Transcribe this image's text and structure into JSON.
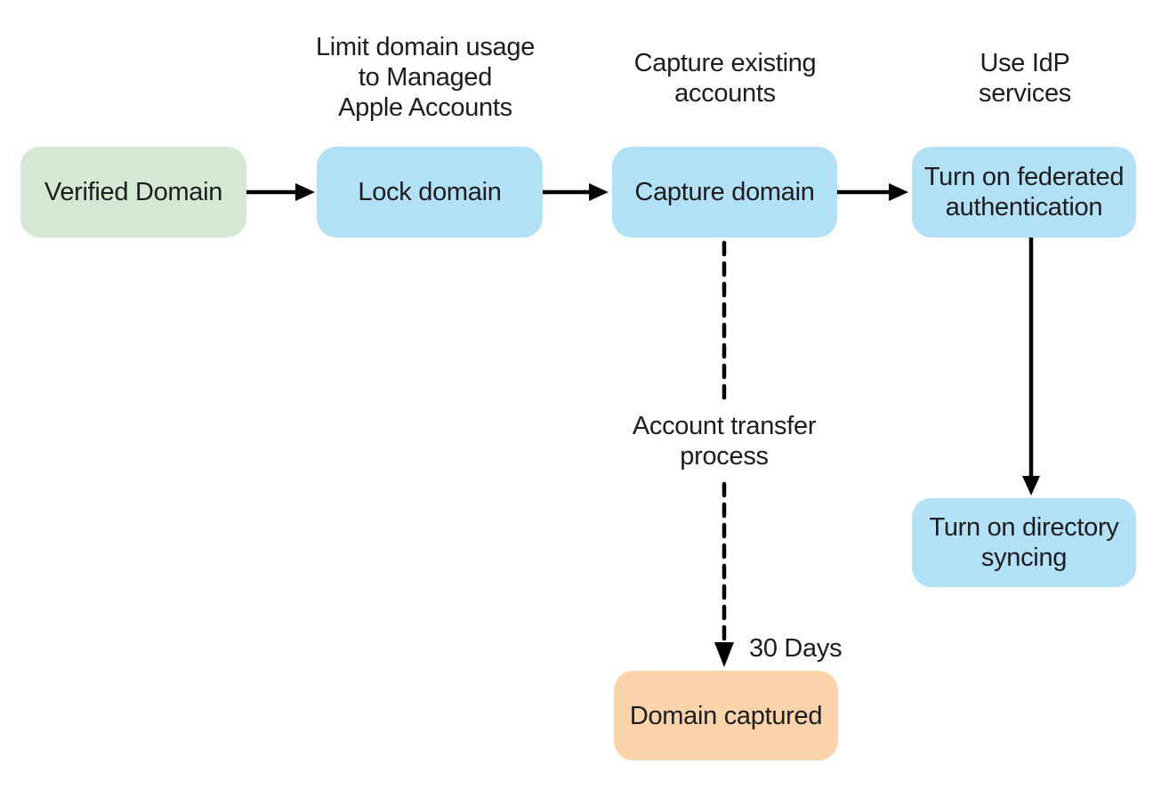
{
  "diagram": {
    "background_color": "#ffffff",
    "text_color": "#1d1d1f",
    "arrow_color": "#000000",
    "nodes": {
      "verified_domain": {
        "label": "Verified Domain",
        "fill": "#d5e8d4"
      },
      "lock_domain": {
        "label": "Lock domain",
        "fill": "#b2e0f6"
      },
      "capture_domain": {
        "label": "Capture domain",
        "fill": "#b2e0f6"
      },
      "federated_authentication": {
        "label": "Turn on federated\nauthentication",
        "fill": "#b2e0f6"
      },
      "directory_syncing": {
        "label": "Turn on directory\nsyncing",
        "fill": "#b2e0f6"
      },
      "domain_captured": {
        "label": "Domain captured",
        "fill": "#fbd4ab"
      }
    },
    "annotations": {
      "lock_domain_note": "Limit domain usage\nto Managed\nApple Accounts",
      "capture_domain_note": "Capture existing\naccounts",
      "idp_note": "Use IdP\nservices",
      "transfer_note": "Account transfer\nprocess",
      "duration_note": "30 Days"
    }
  }
}
